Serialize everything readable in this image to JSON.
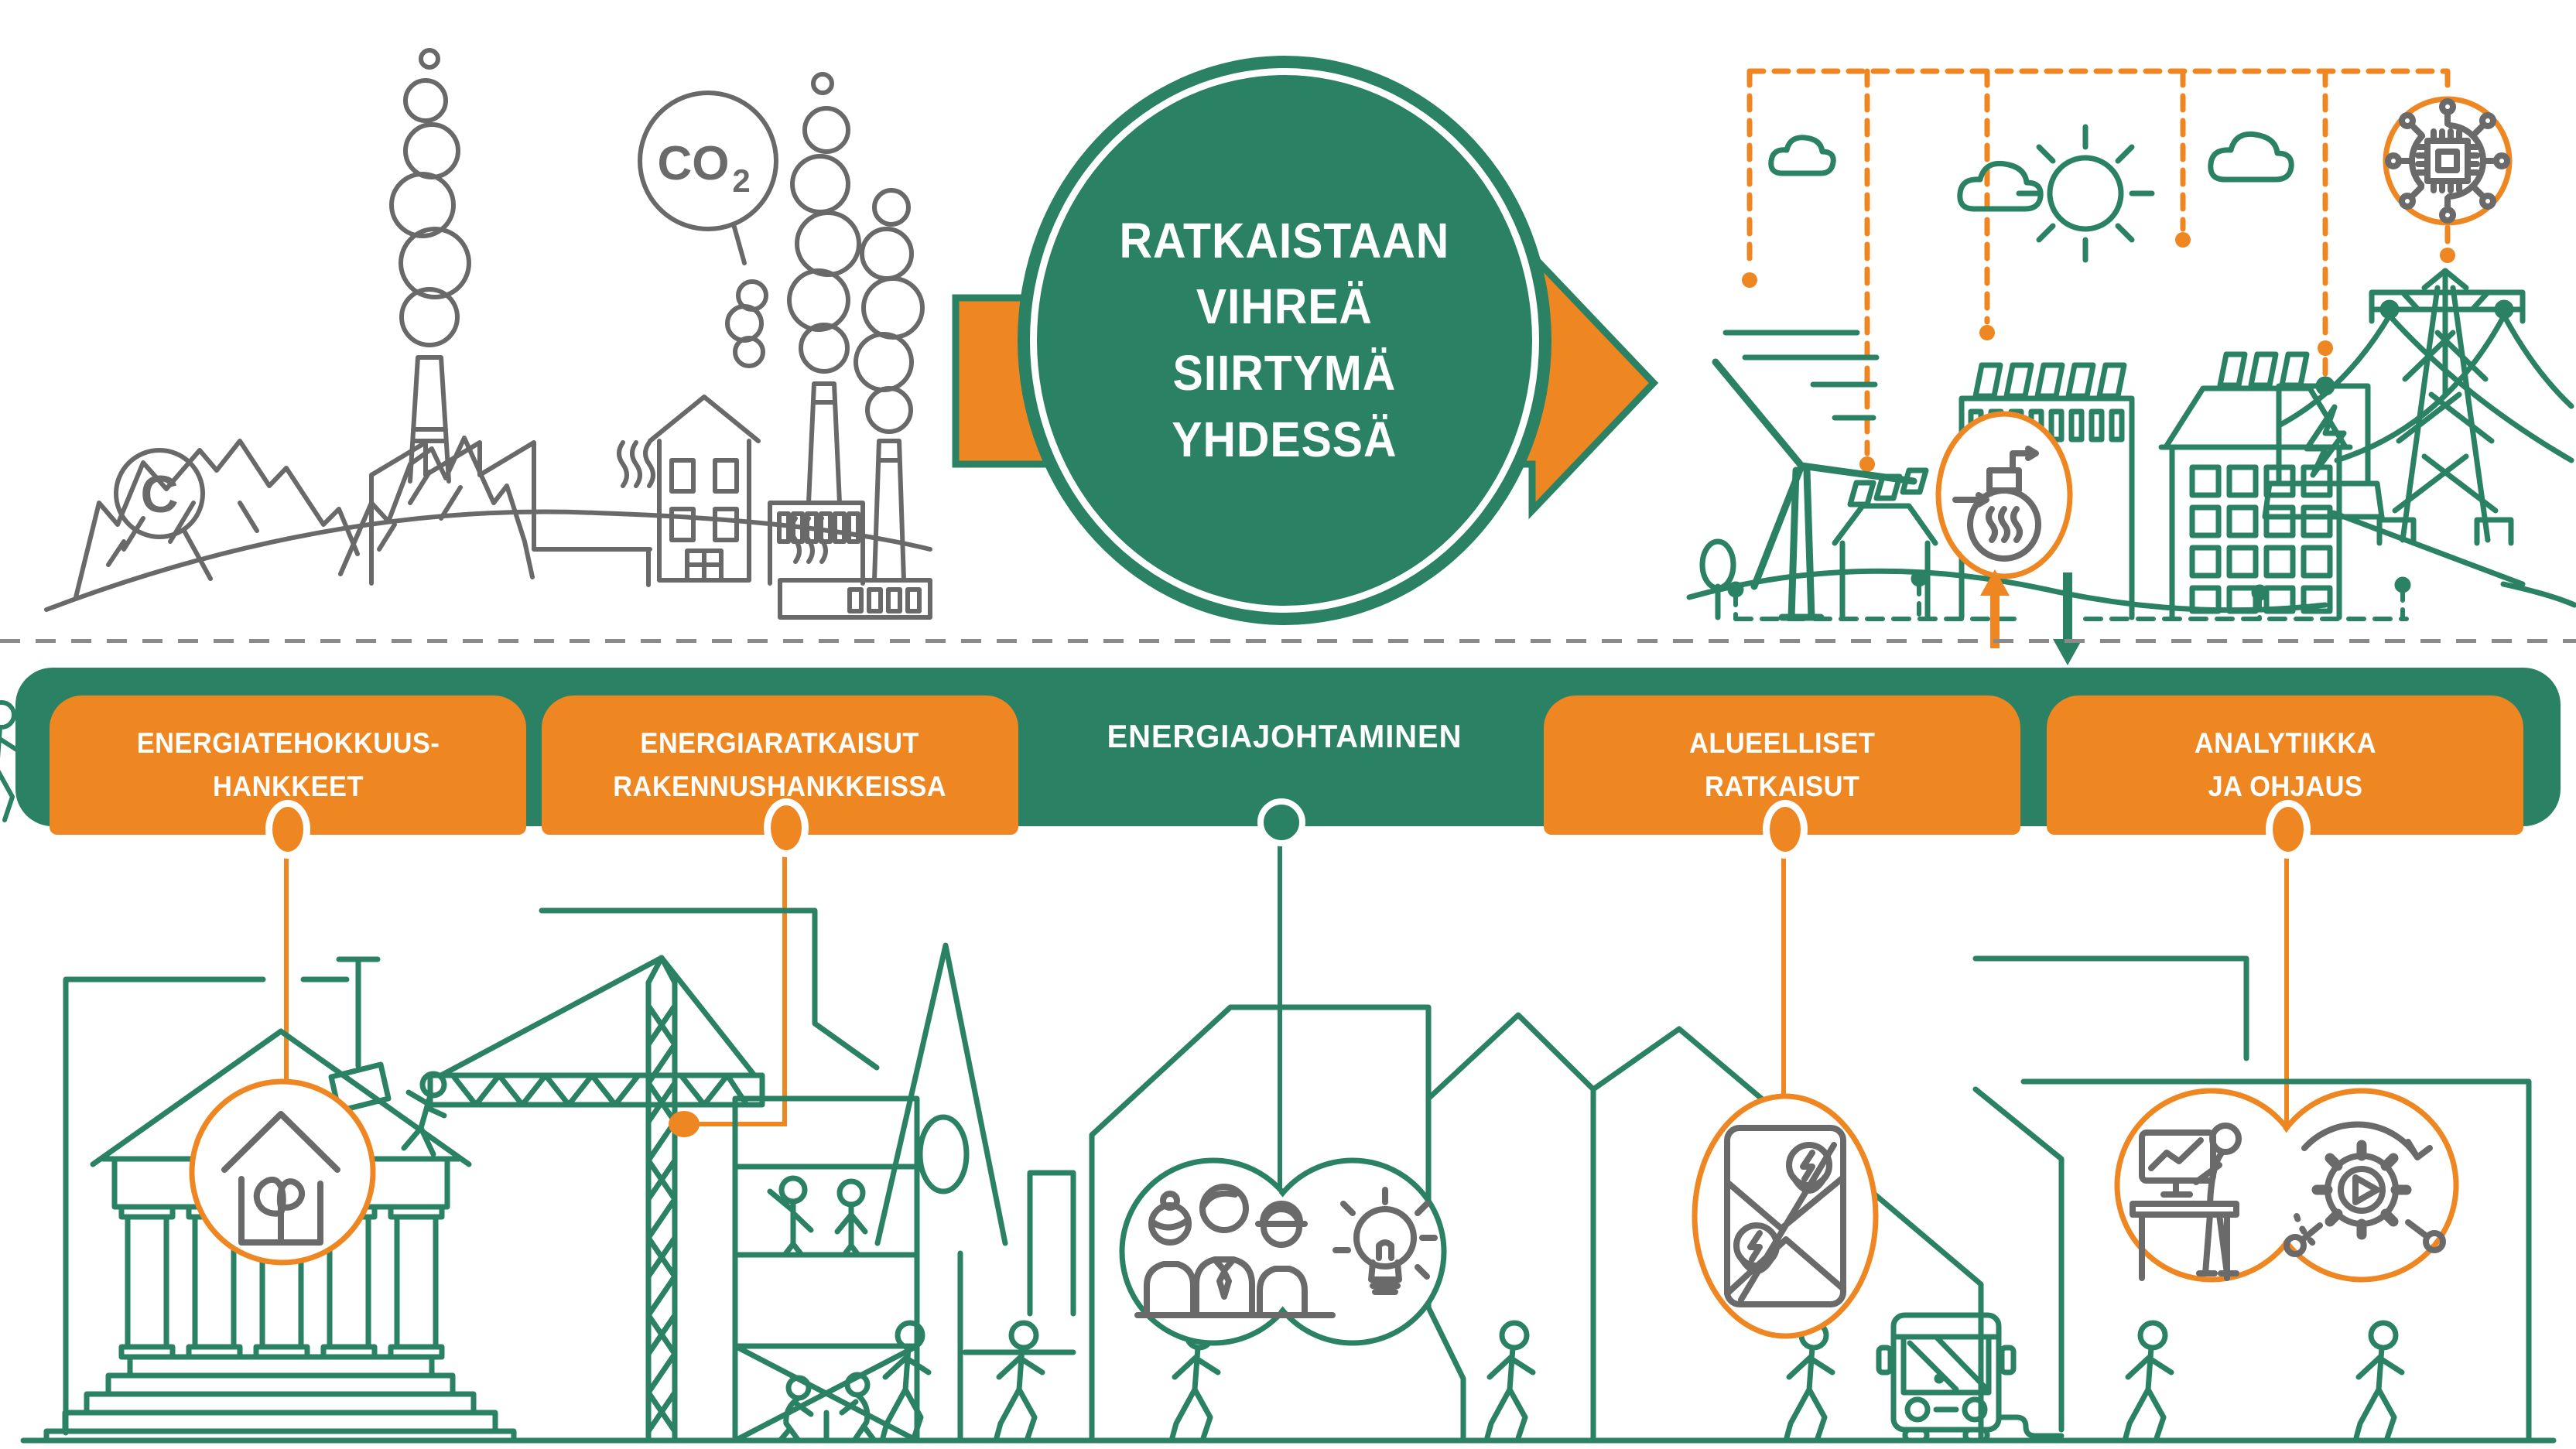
{
  "title_circle": {
    "lines": [
      "RATKAISTAAN",
      "VIHREÄ",
      "SIIRTYMÄ",
      "YHDESSÄ"
    ]
  },
  "left_scene": {
    "carbon_bubble": "C",
    "co2_bubble": "CO",
    "co2_sub": "2"
  },
  "bar": {
    "items": [
      {
        "id": "energiatehokkuushankkeet",
        "style": "tab",
        "lines": [
          "ENERGIATEHOKKUUS-",
          "HANKKEET"
        ]
      },
      {
        "id": "energiaratkaisut-rakennushankkeissa",
        "style": "tab",
        "lines": [
          "ENERGIARATKAISUT",
          "RAKENNUSHANKKEISSA"
        ]
      },
      {
        "id": "energiajohtaminen",
        "style": "bar",
        "lines": [
          "ENERGIAJOHTAMINEN"
        ]
      },
      {
        "id": "alueelliset-ratkaisut",
        "style": "tab",
        "lines": [
          "ALUEELLISET",
          "RATKAISUT"
        ]
      },
      {
        "id": "analytiikka-ja-ohjaus",
        "style": "tab",
        "lines": [
          "ANALYTIIKKA",
          "JA OHJAUS"
        ]
      }
    ]
  },
  "colors": {
    "green": "#2A8164",
    "orange": "#EE8722",
    "gray_lineart": "#696969",
    "icon_gray": "#6A6A6A",
    "divider_gray": "#8A8A8A",
    "background": "#FFFFFF",
    "text_white": "#FFFFFF"
  },
  "icons": [
    "carbon-bubble-icon",
    "co2-bubble-icon",
    "coal-piles-icon",
    "fossil-factory-icon",
    "arrow-right-icon",
    "wind-turbine-icon",
    "sun-icon",
    "cloud-icon",
    "solar-panel-icon",
    "heat-pump-icon",
    "battery-substation-icon",
    "power-pylon-icon",
    "digital-chip-icon",
    "eco-house-icon",
    "construction-crane-icon",
    "scaffolding-workers-icon",
    "team-icon",
    "idea-bulb-icon",
    "energy-map-icon",
    "electric-bus-icon",
    "analytics-desk-icon",
    "automation-gear-icon",
    "walking-person-icon",
    "tree-icon"
  ]
}
